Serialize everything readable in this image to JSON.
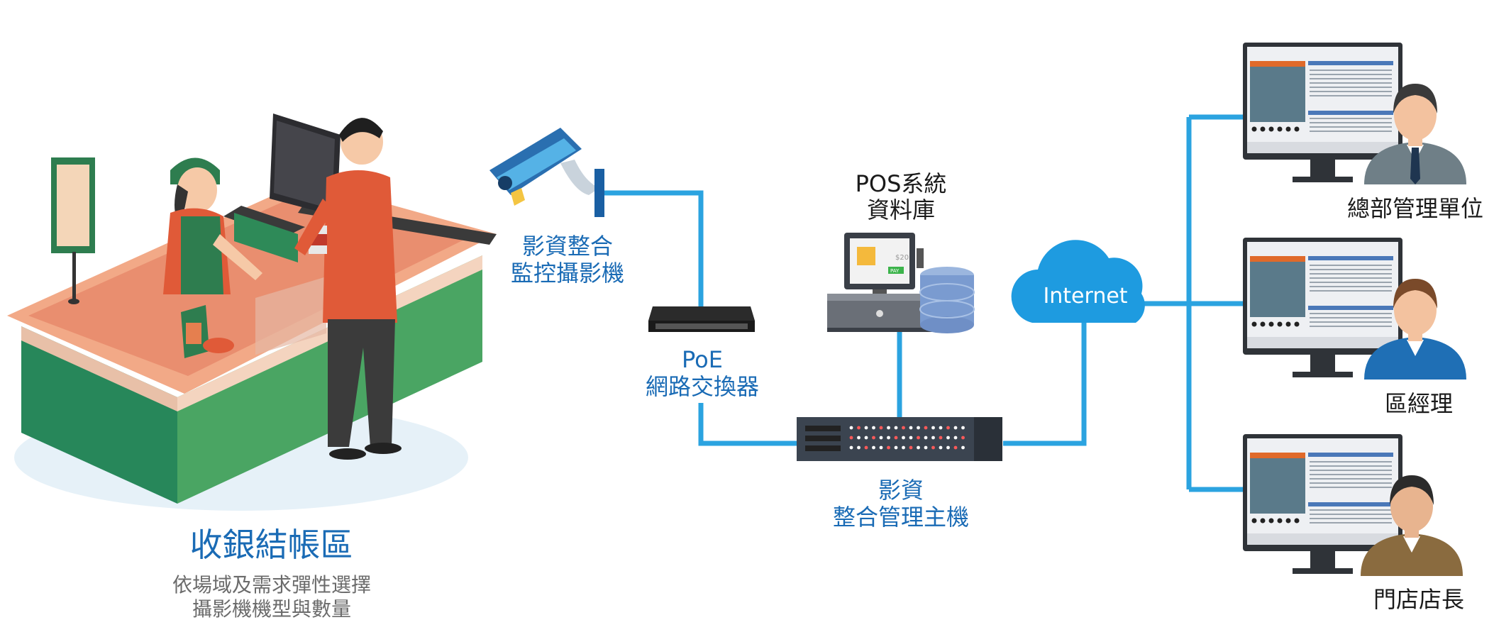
{
  "checkout": {
    "title": "收銀結帳區",
    "desc_line1": "依場域及需求彈性選擇",
    "desc_line2": "攝影機機型與數量"
  },
  "camera": {
    "line1": "影資整合",
    "line2": "監控攝影機"
  },
  "switch": {
    "line1": "PoE",
    "line2": "網路交換器"
  },
  "pos": {
    "line1": "POS系統",
    "line2": "資料庫",
    "screen_price": "$20",
    "screen_pay": "PAY"
  },
  "nvr": {
    "line1": "影資",
    "line2": "整合管理主機"
  },
  "cloud": {
    "label": "Internet"
  },
  "roles": {
    "hq": "總部管理單位",
    "regional": "區經理",
    "store": "門店店長"
  },
  "colors": {
    "line": "#2ba3e0",
    "label_blue": "#1a6bb5",
    "counter_green": "#2e8b57",
    "counter_top": "#f0a484",
    "cloud": "#1e9be0"
  }
}
